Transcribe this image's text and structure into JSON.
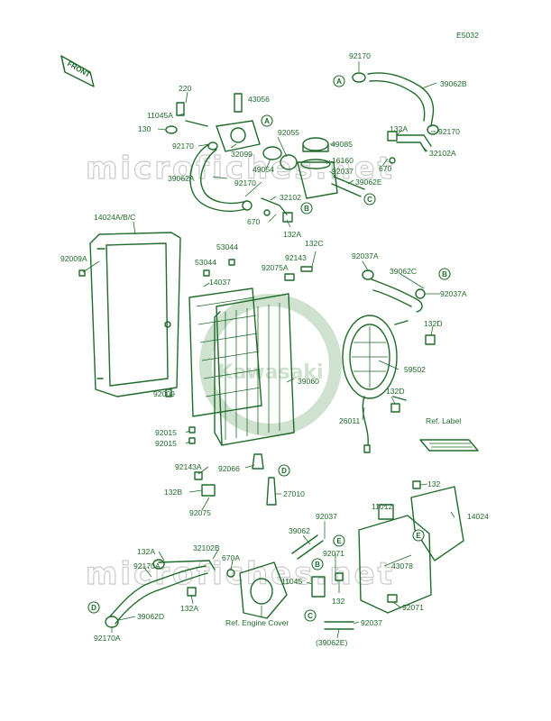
{
  "header": {
    "code": "E5032"
  },
  "front_badge": "FRONT",
  "watermark": {
    "text": "microfiches.net",
    "logo_text": "Kawasaki"
  },
  "callouts": {
    "p92170_top": "92170",
    "p39062B": "39062B",
    "p220": "220",
    "p43056": "43056",
    "p11045A": "11045A",
    "p130": "130",
    "p92170_l": "92170",
    "p32099": "32099",
    "p92055": "92055",
    "p49085": "49085",
    "p132A_r": "132A",
    "p92170_r": "92170",
    "p32102A": "32102A",
    "p49054": "49054",
    "p16160": "16160",
    "p92037": "92037",
    "p670_r": "670",
    "p39062A": "39062A",
    "p92170_m": "92170",
    "p39062E": "39062E",
    "p32102": "32102",
    "p670_m": "670",
    "p132A_m": "132A",
    "p14024ABC": "14024A/B/C",
    "p53044a": "53044",
    "p132C": "132C",
    "p92037A_a": "92037A",
    "p92009A": "92009A",
    "p53044b": "53044",
    "p92143": "92143",
    "p92075A": "92075A",
    "p39062C": "39062C",
    "p14037": "14037",
    "p92037A_b": "92037A",
    "p132D_a": "132D",
    "p59502": "59502",
    "p39060": "39060",
    "p92009": "92009",
    "p132D_b": "132D",
    "p26011": "26011",
    "p92015a": "92015",
    "p92015b": "92015",
    "p92143A": "92143A",
    "p92066": "92066",
    "p132B": "132B",
    "p27010": "27010",
    "p92075": "92075",
    "p132": "132",
    "p11012": "11012",
    "p14024": "14024",
    "p92037_b": "92037",
    "p39062": "39062",
    "p92071a": "92071",
    "p132A_l": "132A",
    "p32102B": "32102B",
    "p670A": "670A",
    "p92170A_a": "92170A",
    "p11045": "11045",
    "p43078": "43078",
    "p132_b": "132",
    "p132A_b": "132A",
    "p92071b": "92071",
    "p39062D": "39062D",
    "p92037_c": "92037",
    "p92170A_b": "92170A",
    "p39062E_p": "(39062E)",
    "ref_label": "Ref. Label",
    "ref_engine_cover": "Ref. Engine Cover"
  },
  "markers": {
    "A1": "A",
    "A2": "A",
    "B1": "B",
    "B2": "B",
    "B3": "B",
    "C1": "C",
    "C2": "C",
    "D1": "D",
    "D2": "D",
    "E1": "E",
    "E2": "E"
  }
}
